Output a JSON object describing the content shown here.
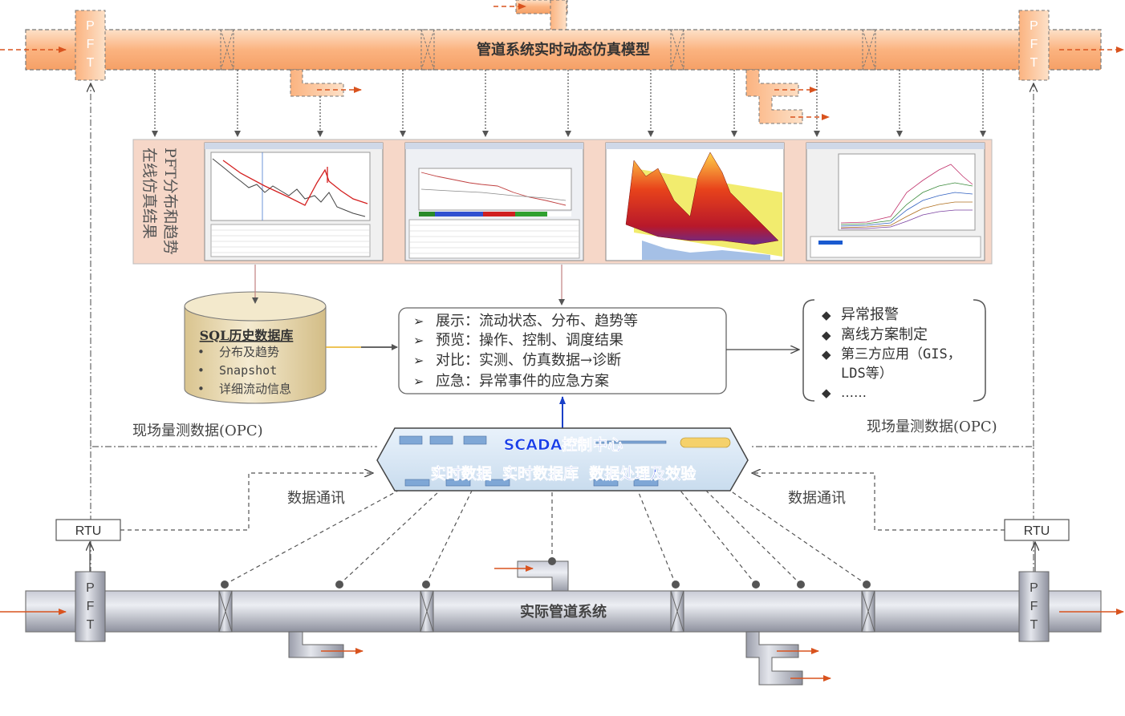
{
  "sim_pipe": {
    "title": "管道系统实时动态仿真模型",
    "pft_letters": [
      "P",
      "F",
      "T"
    ]
  },
  "results_panel": {
    "vertical_label_line1": "在线仿真结果",
    "vertical_label_line2": "PFT分布和趋势"
  },
  "sql_db": {
    "title": "SQL历史数据库",
    "bullet": "•",
    "items": [
      "分布及趋势",
      "Snapshot",
      "详细流动信息"
    ]
  },
  "functions_box": {
    "marker": "➢",
    "items": [
      "展示：流动状态、分布、趋势等",
      "预览：操作、控制、调度结果",
      "对比：实测、仿真数据→诊断",
      "应急：异常事件的应急方案"
    ]
  },
  "apps_box": {
    "marker": "◆",
    "items": [
      "异常报警",
      "离线方案制定",
      "第三方应用（GIS，",
      "LDS等）",
      "……"
    ]
  },
  "field_data_left": "现场量测数据(OPC)",
  "field_data_right": "现场量测数据(OPC)",
  "scada": {
    "title": "SCADA控制中心",
    "subtitle": "实时数据  实时数据库  数据处理及效验"
  },
  "comm_left": "数据通讯",
  "comm_right": "数据通讯",
  "rtu_left": "RTU",
  "rtu_right": "RTU",
  "real_pipe": {
    "title": "实际管道系统",
    "pft_letters": [
      "P",
      "F",
      "T"
    ]
  },
  "colors": {
    "sim_pipe_fill": "#fbb987",
    "real_pipe_fill": "#a9acb8",
    "arrow_orange": "#d9531e",
    "scada_text": "#1a40e8",
    "db_fill": "#e7d7a9"
  }
}
